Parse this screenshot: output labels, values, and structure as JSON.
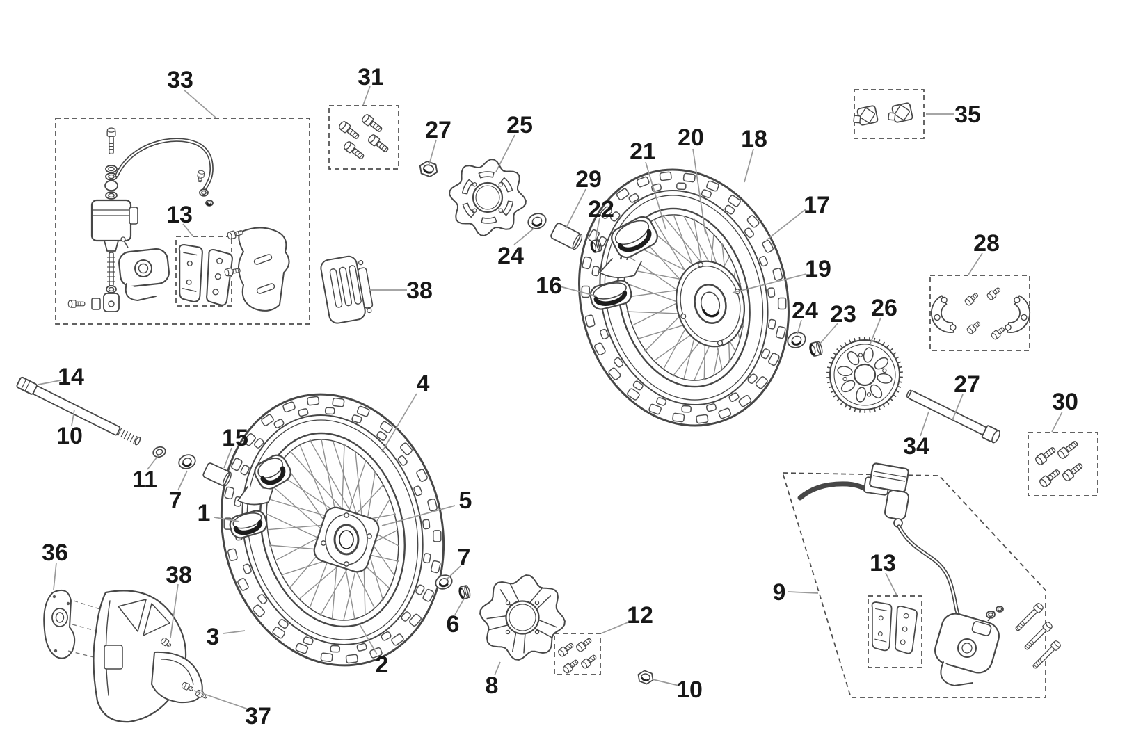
{
  "diagram": {
    "type": "exploded-parts-diagram",
    "subject": "Motorcycle front and rear wheel, brake and hub assembly parts diagram",
    "colors": {
      "background": "#ffffff",
      "line": "#474747",
      "label": "#181818",
      "leader": "#9a9a9a"
    },
    "callouts": [
      {
        "text": "33"
      },
      {
        "text": "13"
      },
      {
        "text": "31"
      },
      {
        "text": "27"
      },
      {
        "text": "25"
      },
      {
        "text": "24"
      },
      {
        "text": "29"
      },
      {
        "text": "22"
      },
      {
        "text": "16"
      },
      {
        "text": "38"
      },
      {
        "text": "21"
      },
      {
        "text": "20"
      },
      {
        "text": "18"
      },
      {
        "text": "17"
      },
      {
        "text": "19"
      },
      {
        "text": "24"
      },
      {
        "text": "23"
      },
      {
        "text": "26"
      },
      {
        "text": "35"
      },
      {
        "text": "28"
      },
      {
        "text": "27"
      },
      {
        "text": "34"
      },
      {
        "text": "30"
      },
      {
        "text": "14"
      },
      {
        "text": "10"
      },
      {
        "text": "11"
      },
      {
        "text": "7"
      },
      {
        "text": "15"
      },
      {
        "text": "1"
      },
      {
        "text": "4"
      },
      {
        "text": "5"
      },
      {
        "text": "7"
      },
      {
        "text": "6"
      },
      {
        "text": "3"
      },
      {
        "text": "2"
      },
      {
        "text": "8"
      },
      {
        "text": "12"
      },
      {
        "text": "10"
      },
      {
        "text": "36"
      },
      {
        "text": "38"
      },
      {
        "text": "37"
      },
      {
        "text": "9"
      },
      {
        "text": "13"
      }
    ]
  }
}
